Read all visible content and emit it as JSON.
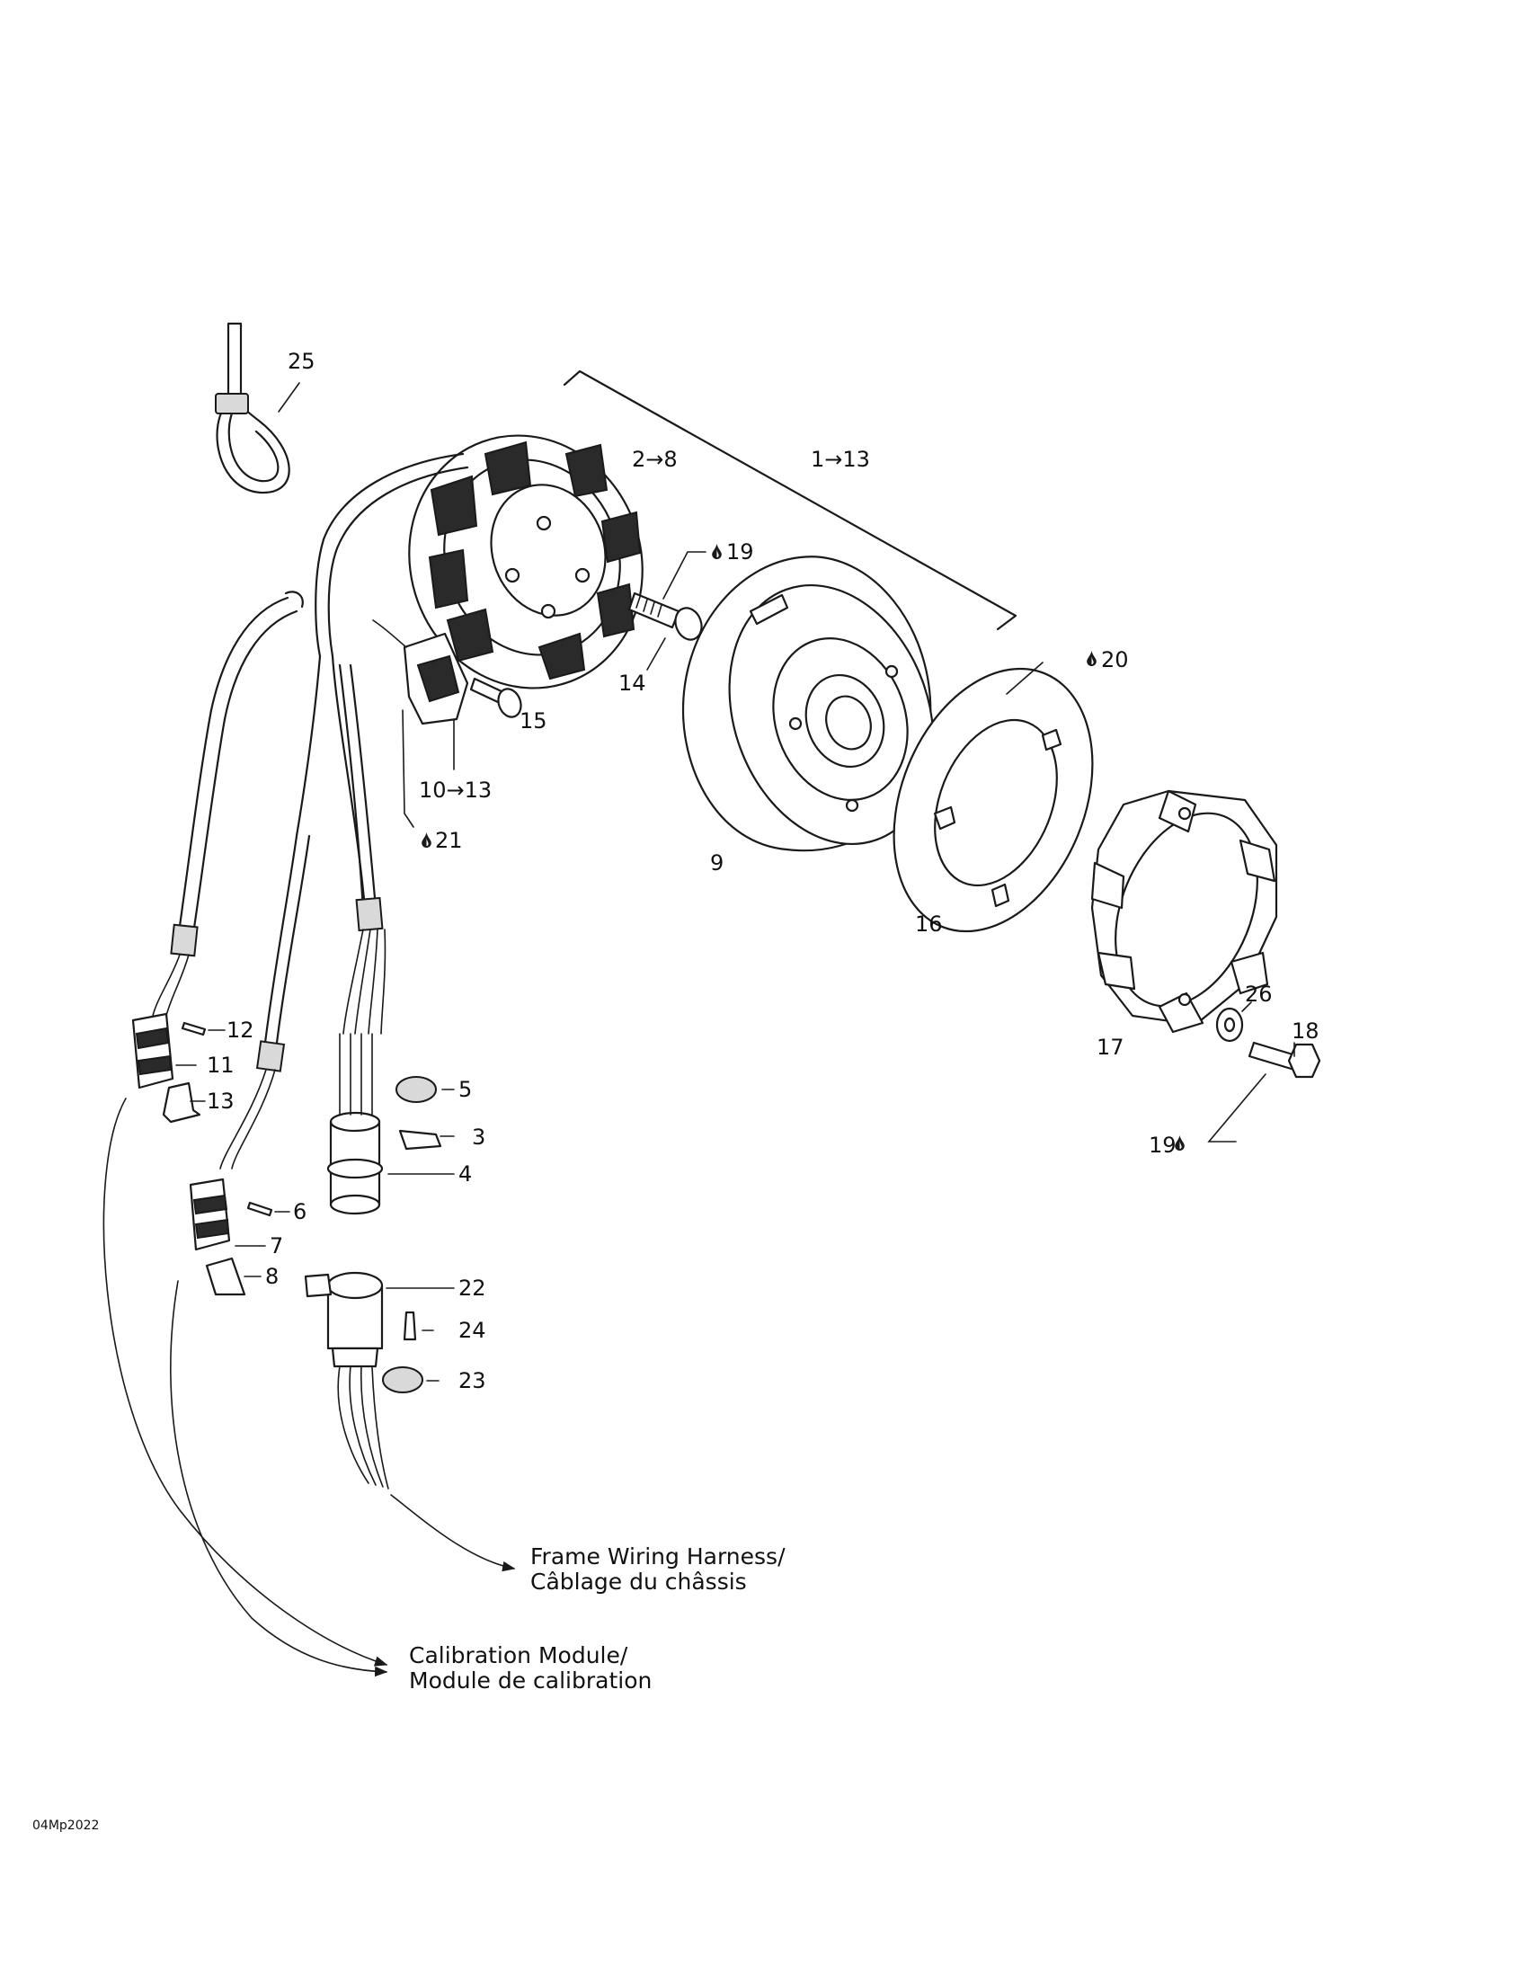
{
  "drawing_code": "04Mp2022",
  "part_labels": {
    "p25": "25",
    "p2_8": "2→8",
    "p1_13": "1→13",
    "p19a": "19",
    "p14": "14",
    "p15": "15",
    "p20": "20",
    "p10_13": "10→13",
    "p21": "21",
    "p9": "9",
    "p16": "16",
    "p26": "26",
    "p18": "18",
    "p17": "17",
    "p19b": "19",
    "p12": "12",
    "p11": "11",
    "p13": "13",
    "p5": "5",
    "p3": "3",
    "p4": "4",
    "p6": "6",
    "p7": "7",
    "p8": "8",
    "p22": "22",
    "p24": "24",
    "p23": "23"
  },
  "callouts": {
    "frame_line1": "Frame Wiring Harness/",
    "frame_line2": "Câblage du châssis",
    "calib_line1": "Calibration Module/",
    "calib_line2": "Module de calibration"
  },
  "icons": {
    "adhesive_drop": "drop-icon"
  }
}
